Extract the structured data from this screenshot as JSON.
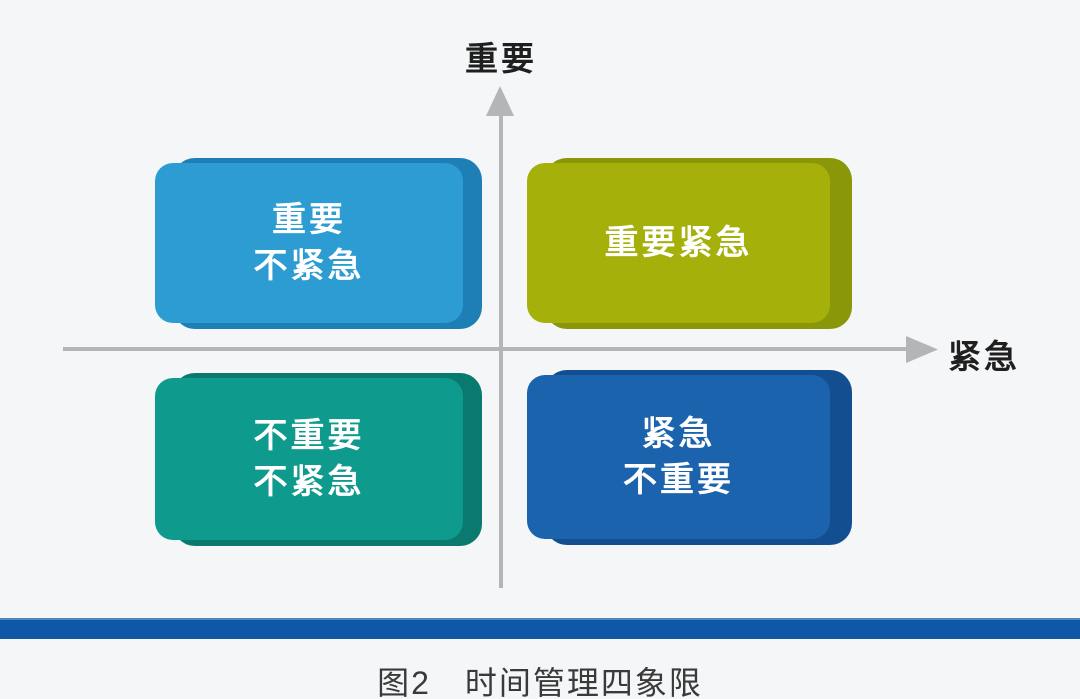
{
  "axes": {
    "y_label": "重要",
    "x_label": "紧急",
    "axis_color": "#b3b5b6",
    "label_color": "#1f1f1f"
  },
  "quadrants": [
    {
      "lines": [
        "重要",
        "不紧急"
      ],
      "color": "#2d9cd3",
      "edge_color": "#1d7fb5"
    },
    {
      "lines": [
        "重要紧急"
      ],
      "color": "#a5b00b",
      "edge_color": "#8a9708"
    },
    {
      "lines": [
        "不重要",
        "不紧急"
      ],
      "color": "#0e9a8d",
      "edge_color": "#0a7a6f"
    },
    {
      "lines": [
        "紧急",
        "不重要"
      ],
      "color": "#1c63ae",
      "edge_color": "#134f90"
    }
  ],
  "footer": {
    "bar_color": "#0f58a8",
    "caption": "图2　时间管理四象限",
    "caption_color": "#3a3a3a"
  },
  "colors": {
    "background": "#f4f6f7",
    "quadrant_text": "#ffffff"
  }
}
